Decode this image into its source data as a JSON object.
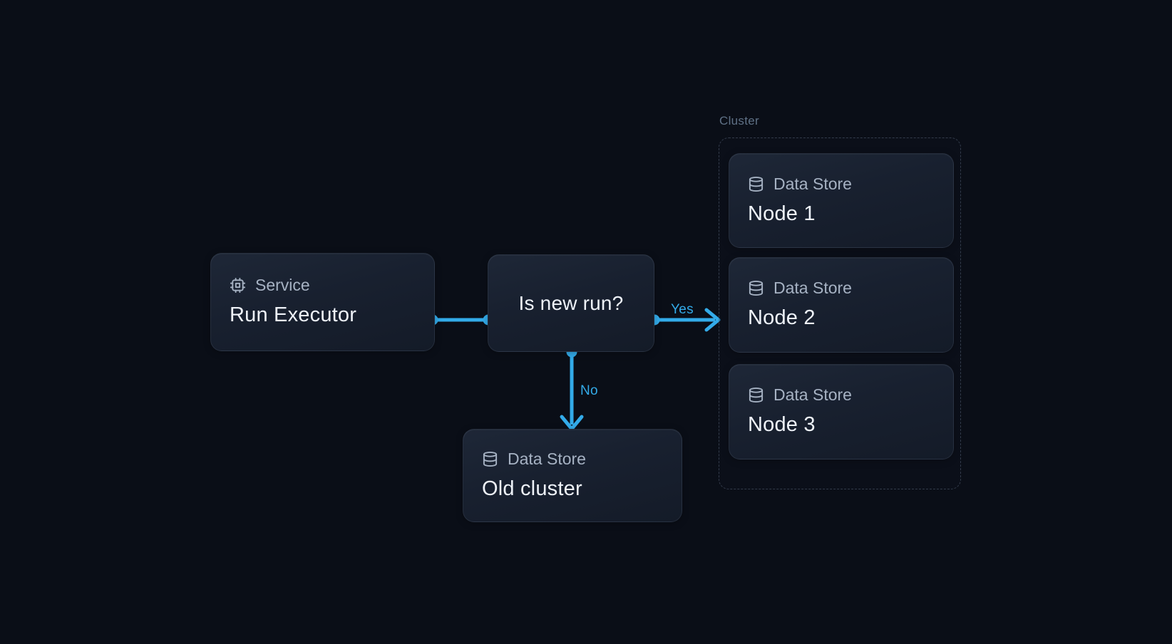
{
  "colors": {
    "accent": "#33abe9",
    "background": "#0a0e17",
    "card_fill_top": "#1e2737",
    "card_fill_bottom": "#141b28",
    "muted_text": "#a6b2c3",
    "bright_text": "#eef2f8",
    "cluster_label": "#5f7186"
  },
  "nodes": {
    "service": {
      "icon": "cpu-icon",
      "type_label": "Service",
      "title": "Run Executor"
    },
    "decision": {
      "question": "Is new run?"
    },
    "old_cluster": {
      "icon": "database-icon",
      "type_label": "Data Store",
      "title": "Old cluster"
    }
  },
  "cluster": {
    "label": "Cluster",
    "nodes": [
      {
        "icon": "database-icon",
        "type_label": "Data Store",
        "title": "Node 1"
      },
      {
        "icon": "database-icon",
        "type_label": "Data Store",
        "title": "Node 2"
      },
      {
        "icon": "database-icon",
        "type_label": "Data Store",
        "title": "Node 3"
      }
    ]
  },
  "edges": {
    "service_to_decision": {
      "from": "Run Executor",
      "to": "Is new run?",
      "label": ""
    },
    "decision_to_cluster": {
      "from": "Is new run?",
      "to": "Cluster",
      "label": "Yes"
    },
    "decision_to_old_cluster": {
      "from": "Is new run?",
      "to": "Old cluster",
      "label": "No"
    }
  }
}
